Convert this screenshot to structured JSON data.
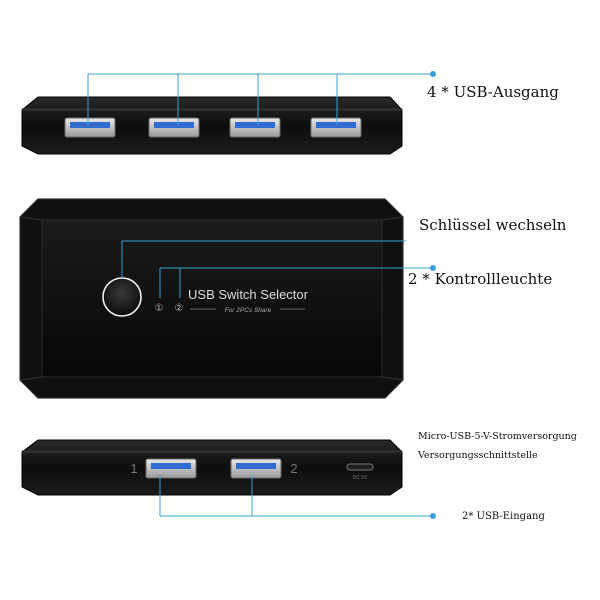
{
  "callouts": {
    "usb_outputs": "4 * USB-Ausgang",
    "switch_key": "Schlüssel wechseln",
    "indicators": "2 * Kontrollleuchte",
    "micro_usb": "Micro-USB-5-V-Stromversorgung",
    "power_interface": "Versorgungsschnittstelle",
    "usb_inputs": "2* USB-Eingang"
  },
  "device": {
    "title": "USB Switch Selector",
    "subtitle": "For 2PCs Share",
    "led_1": "①",
    "led_2": "②",
    "port_1": "1",
    "port_2": "2",
    "dc_label": "DC 5V"
  },
  "colors": {
    "callout_line": "#3aa0d8",
    "device_body": "#101010",
    "usb_port_blue": "#2f6bd0"
  }
}
